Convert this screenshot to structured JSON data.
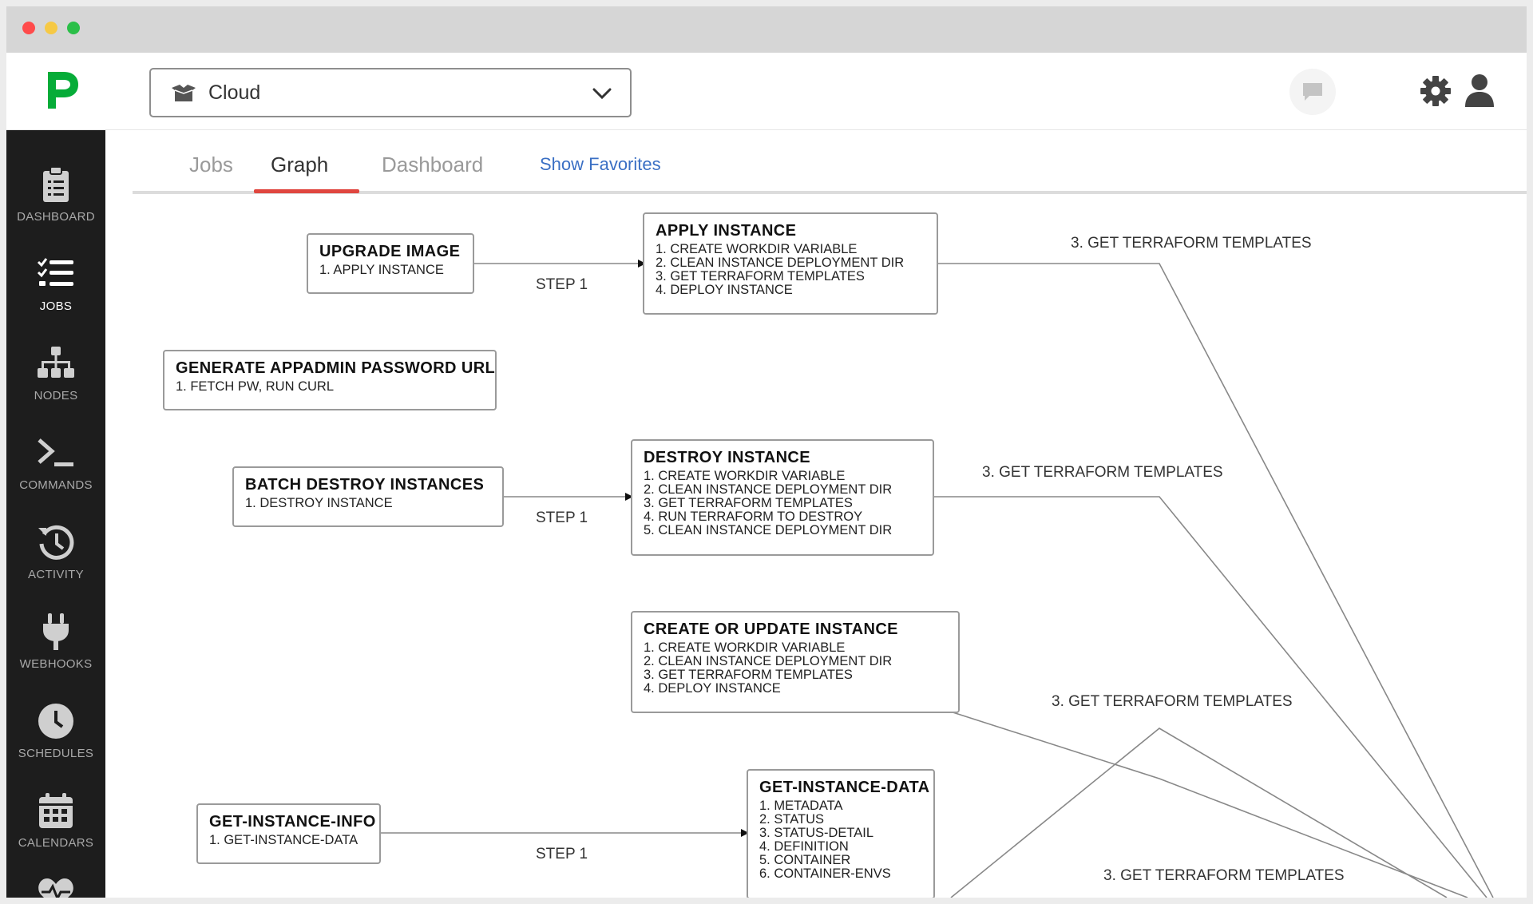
{
  "window": {
    "controls": [
      "close",
      "minimize",
      "maximize"
    ]
  },
  "header": {
    "logo_icon": "pagerduty-logo-icon",
    "project_select": {
      "icon": "box-icon",
      "value": "Cloud"
    },
    "icons": [
      "chat-icon",
      "gear-icon",
      "user-icon"
    ]
  },
  "sidebar": {
    "items": [
      {
        "label": "DASHBOARD",
        "icon": "clipboard-icon"
      },
      {
        "label": "JOBS",
        "icon": "checklist-icon",
        "active": true
      },
      {
        "label": "NODES",
        "icon": "hierarchy-icon"
      },
      {
        "label": "COMMANDS",
        "icon": "terminal-icon"
      },
      {
        "label": "ACTIVITY",
        "icon": "history-icon"
      },
      {
        "label": "WEBHOOKS",
        "icon": "plug-icon"
      },
      {
        "label": "SCHEDULES",
        "icon": "clock-icon"
      },
      {
        "label": "CALENDARS",
        "icon": "calendar-icon"
      },
      {
        "label": "",
        "icon": "heartbeat-icon"
      }
    ]
  },
  "tabs": {
    "items": [
      "Jobs",
      "Graph",
      "Dashboard"
    ],
    "active": "Graph",
    "favorites_link": "Show Favorites"
  },
  "graph": {
    "nodes": [
      {
        "title": "UPGRADE IMAGE",
        "steps": [
          "1. APPLY INSTANCE"
        ]
      },
      {
        "title": "APPLY INSTANCE",
        "steps": [
          "1. CREATE WORKDIR VARIABLE",
          "2. CLEAN INSTANCE DEPLOYMENT DIR",
          "3. GET TERRAFORM TEMPLATES",
          "4. DEPLOY INSTANCE"
        ]
      },
      {
        "title": "GENERATE APPADMIN PASSWORD URL",
        "steps": [
          "1. FETCH PW, RUN CURL"
        ]
      },
      {
        "title": "BATCH DESTROY INSTANCES",
        "steps": [
          "1. DESTROY INSTANCE"
        ]
      },
      {
        "title": "DESTROY INSTANCE",
        "steps": [
          "1. CREATE WORKDIR VARIABLE",
          "2. CLEAN INSTANCE DEPLOYMENT DIR",
          "3. GET TERRAFORM TEMPLATES",
          "4. RUN TERRAFORM TO DESTROY",
          "5. CLEAN INSTANCE DEPLOYMENT DIR"
        ]
      },
      {
        "title": "CREATE OR UPDATE INSTANCE",
        "steps": [
          "1. CREATE WORKDIR VARIABLE",
          "2. CLEAN INSTANCE DEPLOYMENT DIR",
          "3. GET TERRAFORM TEMPLATES",
          "4. DEPLOY INSTANCE"
        ]
      },
      {
        "title": "GET-INSTANCE-INFO",
        "steps": [
          "1. GET-INSTANCE-DATA"
        ]
      },
      {
        "title": "GET-INSTANCE-DATA",
        "steps": [
          "1. METADATA",
          "2. STATUS",
          "3. STATUS-DETAIL",
          "4. DEFINITION",
          "5. CONTAINER",
          "6. CONTAINER-ENVS"
        ]
      }
    ],
    "edge_labels": {
      "step1": "STEP 1",
      "get_templates": "3. GET TERRAFORM TEMPLATES"
    }
  }
}
